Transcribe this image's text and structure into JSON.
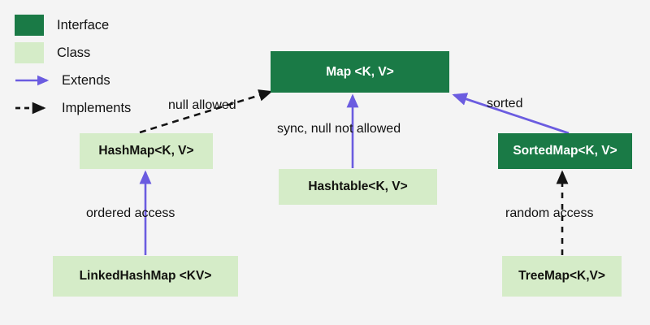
{
  "legend": {
    "items": [
      {
        "label": "Interface",
        "kind": "swatch",
        "color": "#1a7a46"
      },
      {
        "label": "Class",
        "kind": "swatch",
        "color": "#d5ecc8"
      },
      {
        "label": "Extends",
        "kind": "arrow-solid",
        "color": "#6b5ce0"
      },
      {
        "label": "Implements",
        "kind": "arrow-dashed",
        "color": "#111111"
      }
    ]
  },
  "nodes": {
    "map": {
      "label": "Map <K, V>",
      "type": "interface"
    },
    "hashmap": {
      "label": "HashMap<K, V>",
      "type": "class"
    },
    "hashtable": {
      "label": "Hashtable<K, V>",
      "type": "class"
    },
    "sortedmap": {
      "label": "SortedMap<K, V>",
      "type": "interface"
    },
    "linkedhashmap": {
      "label": "LinkedHashMap <KV>",
      "type": "class"
    },
    "treemap": {
      "label": "TreeMap<K,V>",
      "type": "class"
    }
  },
  "edges": {
    "hashmap_to_map": {
      "label": "null allowed",
      "style": "implements"
    },
    "hashtable_to_map": {
      "label": "sync, null not allowed",
      "style": "extends"
    },
    "sortedmap_to_map": {
      "label": "sorted",
      "style": "extends"
    },
    "linkedhashmap_to_hashmap": {
      "label": "ordered access",
      "style": "extends"
    },
    "treemap_to_sortedmap": {
      "label": "random access",
      "style": "implements"
    }
  },
  "colors": {
    "background": "#f4f4f4",
    "interface": "#1a7a46",
    "class": "#d5ecc8",
    "extends_arrow": "#6b5ce0",
    "implements_arrow": "#111111"
  }
}
